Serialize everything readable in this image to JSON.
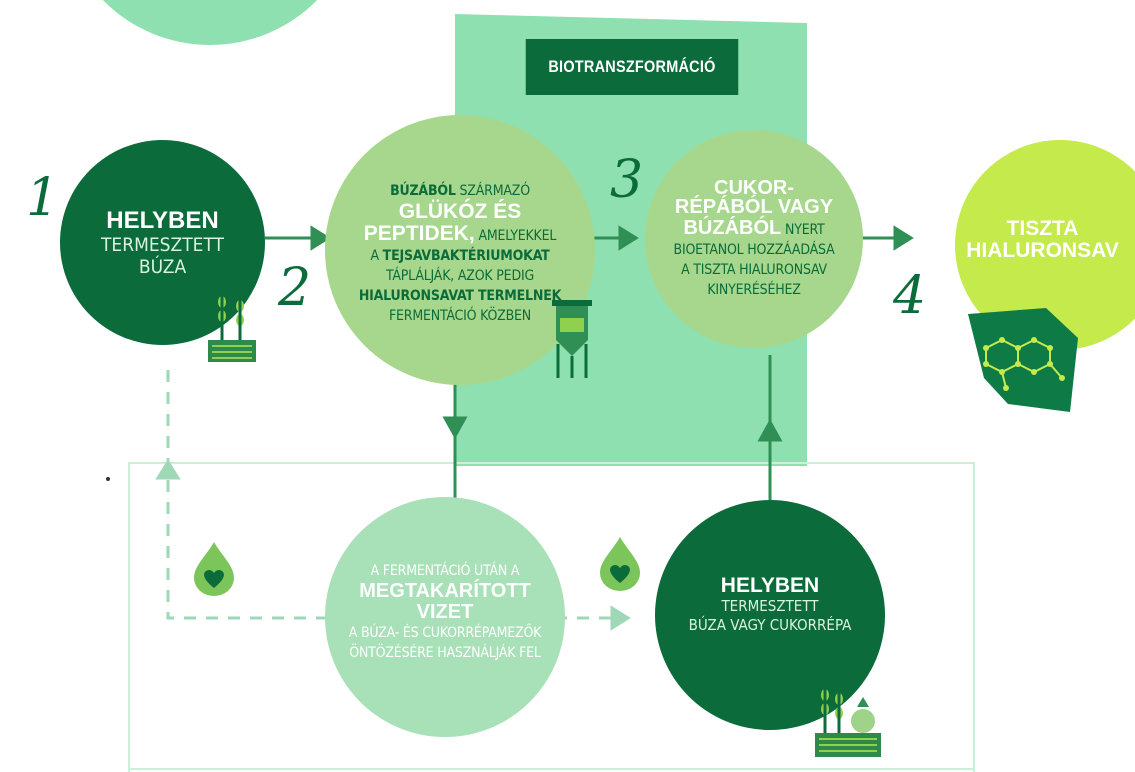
{
  "header": {
    "title": "BIOTRANSZFORMÁCIÓ"
  },
  "steps": [
    "1",
    "2",
    "3",
    "4"
  ],
  "nodes": {
    "wheat": {
      "title": "HELYBEN",
      "line1": "TERMESZTETT",
      "line2": "BÚZA"
    },
    "fermentation": {
      "l1_bold": "BÚZÁBÓL",
      "l1_rest": " SZÁRMAZÓ",
      "l2": "GLÜKÓZ ÉS",
      "l3": "PEPTIDEK,",
      "l3_rest": " AMELYEKKEL",
      "l4_pre": "A ",
      "l4_bold": "TEJSAVBAKTÉRIUMOKAT",
      "l5": "TÁPLÁLJÁK, AZOK PEDIG",
      "l6": "HIALURONSAVAT TERMELNEK",
      "l7": "FERMENTÁCIÓ KÖZBEN"
    },
    "bioethanol": {
      "l1": "CUKOR-",
      "l2": "RÉPÁBÓL VAGY",
      "l3": "BÚZÁBÓL",
      "l3_rest": " NYERT",
      "l4": "BIOETANOL HOZZÁADÁSA",
      "l5": "A TISZTA HIALURONSAV",
      "l6": "KINYERÉSÉHEZ"
    },
    "result": {
      "l1": "TISZTA",
      "l2": "HIALURONSAV"
    },
    "water": {
      "l1": "A FERMENTÁCIÓ UTÁN A",
      "l2": "MEGTAKARÍTOTT",
      "l3": "VIZET",
      "l4": "A BÚZA- ÉS CUKORRÉPAMEZŐK",
      "l5": "ÖNTÖZÉSÉRE HASZNÁLJÁK FEL"
    },
    "local_crops": {
      "title": "HELYBEN",
      "line1": "TERMESZTETT",
      "line2": "BÚZA VAGY CUKORRÉPA"
    }
  },
  "colors": {
    "dark_green": "#0b6b3a",
    "mid_green": "#2f9a5a",
    "light_green": "#9fd38a",
    "pale_green": "#a8e0b8",
    "mint": "#8fe0b0",
    "lime": "#c4ea4c"
  },
  "icons": [
    "wheat-field-icon",
    "fermenter-tank-icon",
    "molecule-network-icon",
    "water-drop-heart-icon",
    "wheat-beet-field-icon"
  ]
}
